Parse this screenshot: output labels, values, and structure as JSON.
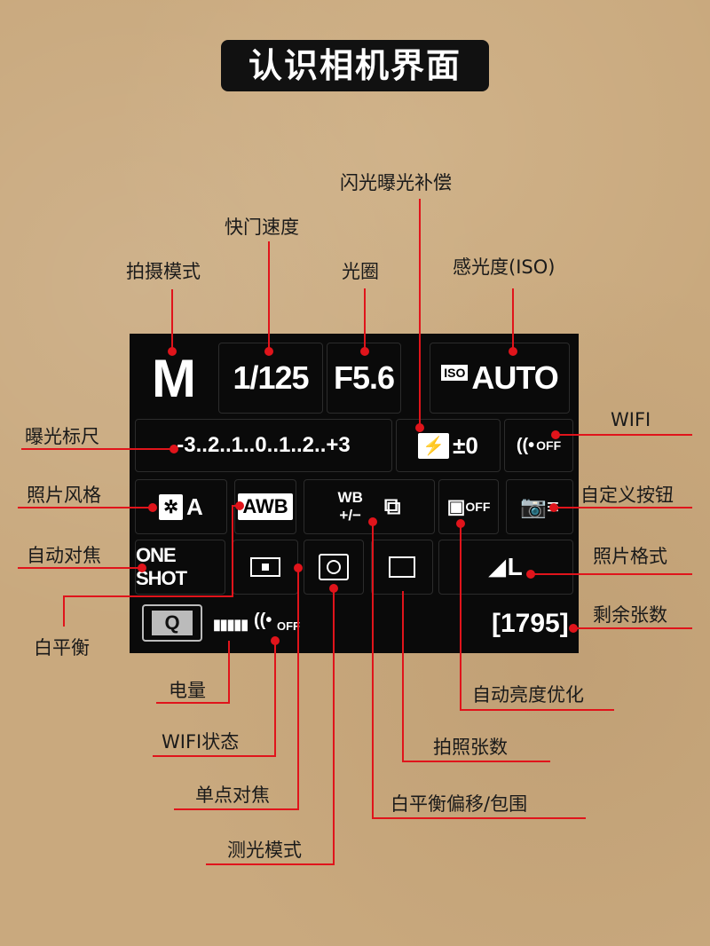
{
  "title": "认识相机界面",
  "screen": {
    "mode": "M",
    "shutter": "1/125",
    "aperture": "F5.6",
    "iso_badge": "ISO",
    "iso_value": "AUTO",
    "exposure_scale": "-3..2..1..0..1..2..+3",
    "flash_comp": "±0",
    "picture_style": "A",
    "white_balance": "AWB",
    "wb_shift_top": "WB",
    "wb_shift_bottom": "+/−",
    "af_mode": "ONE SHOT",
    "image_quality": "L",
    "quick_button": "Q",
    "shots_remaining": "[1795]",
    "wifi_off": "OFF",
    "alo_off": "OFF"
  },
  "labels": {
    "shooting_mode": "拍摄模式",
    "shutter_speed": "快门速度",
    "flash_exposure_comp": "闪光曝光补偿",
    "aperture": "光圈",
    "iso": "感光度(ISO)",
    "exposure_scale": "曝光标尺",
    "wifi": "WIFI",
    "picture_style": "照片风格",
    "custom_button": "自定义按钮",
    "autofocus": "自动对焦",
    "image_format": "照片格式",
    "white_balance": "白平衡",
    "shots_remaining": "剩余张数",
    "battery": "电量",
    "auto_lighting": "自动亮度优化",
    "wifi_status": "WIFI状态",
    "drive_mode": "拍照张数",
    "single_point_af": "单点对焦",
    "wb_shift": "白平衡偏移/包围",
    "metering_mode": "测光模式"
  },
  "colors": {
    "accent": "#e0141b",
    "screen_bg": "#0a0a0a",
    "title_bg": "#111111",
    "paper": "#c9a97e"
  }
}
